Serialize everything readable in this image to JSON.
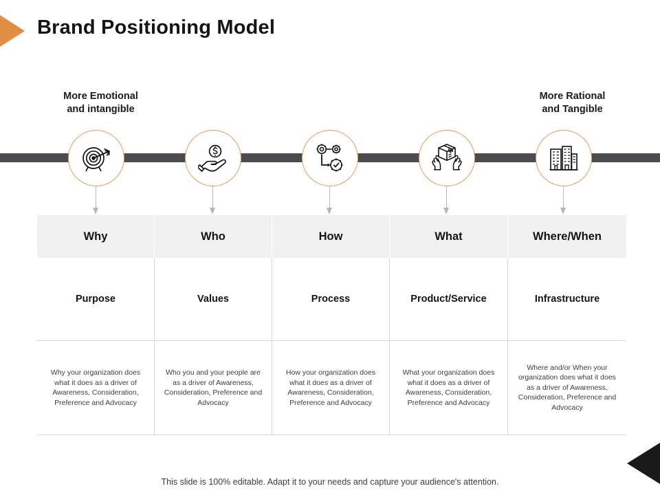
{
  "slide": {
    "title": "Brand Positioning Model",
    "accent_color": "#E08E43",
    "bar_color": "#4A4A4F",
    "node_border_color": "#E79A55",
    "header_bg_color": "#F1F1F1"
  },
  "axis": {
    "left_label": "More Emotional\nand intangible",
    "right_label": "More Rational\nand Tangible"
  },
  "columns": [
    {
      "icon": "target-bullseye-icon",
      "header": "Why",
      "label": "Purpose",
      "description": "Why your organization does what it does as a driver of Awareness, Consideration, Preference and Advocacy"
    },
    {
      "icon": "hand-holding-dollar-coin-icon",
      "header": "Who",
      "label": "Values",
      "description": "Who you and your people are as a driver of Awareness, Consideration, Preference and Advocacy"
    },
    {
      "icon": "gears-process-flow-icon",
      "header": "How",
      "label": "Process",
      "description": "How your organization does what it does as a driver of Awareness, Consideration, Preference and Advocacy"
    },
    {
      "icon": "hands-holding-box-icon",
      "header": "What",
      "label": "Product/Service",
      "description": "What your organization does what it does as a driver of Awareness, Consideration, Preference and Advocacy"
    },
    {
      "icon": "office-buildings-icon",
      "header": "Where/When",
      "label": "Infrastructure",
      "description": "Where and/or When your organization does what it does as a driver of Awareness, Consideration, Preference and Advocacy"
    }
  ],
  "footer": {
    "note": "This slide is 100% editable. Adapt it to your needs and capture your audience's attention."
  }
}
